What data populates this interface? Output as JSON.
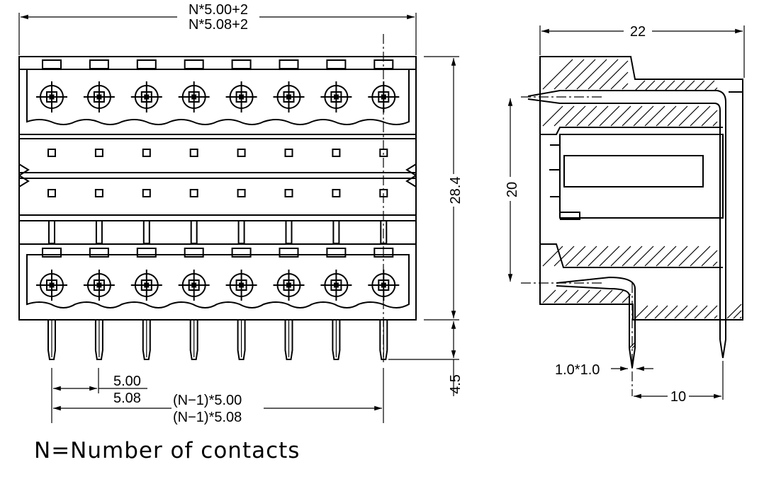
{
  "front_view": {
    "contact_count": 8,
    "dim_width_1": "N*5.00+2",
    "dim_width_2": "N*5.08+2",
    "dim_height": "28.4",
    "dim_pin_length": "4.5",
    "dim_pitch_1": "5.00",
    "dim_pitch_2": "5.08",
    "dim_span_1": "(N−1)*5.00",
    "dim_span_2": "(N−1)*5.08"
  },
  "side_view": {
    "dim_width": "22",
    "dim_pin_spacing": "20",
    "dim_pin_section": "1.0*1.0",
    "dim_offset": "10"
  },
  "note": "N=Number  of  contacts"
}
